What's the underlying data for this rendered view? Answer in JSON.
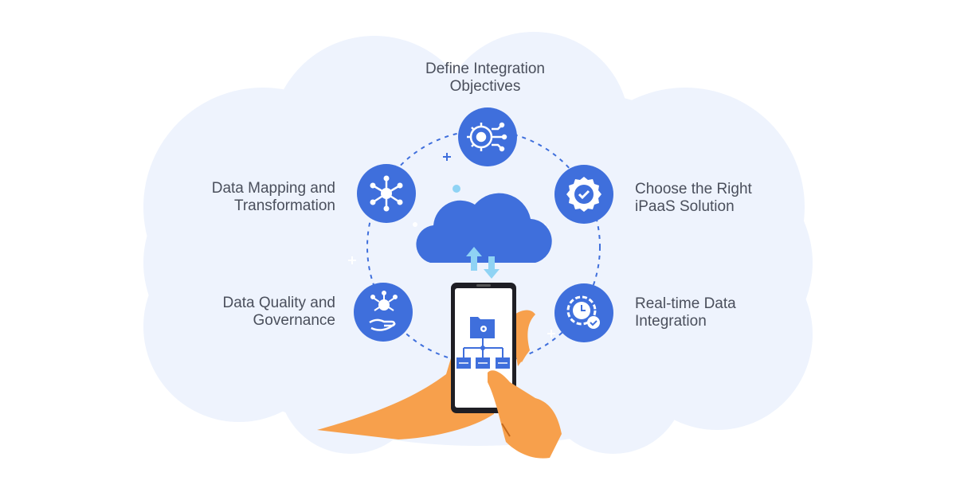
{
  "diagram": {
    "steps": [
      {
        "id": "define",
        "label": "Define Integration\nObjectives",
        "icon": "gear-circuit-icon"
      },
      {
        "id": "choose",
        "label": "Choose the Right\niPaaS Solution",
        "icon": "badge-check-icon"
      },
      {
        "id": "realtime",
        "label": "Real-time Data\nIntegration",
        "icon": "clock-gear-icon"
      },
      {
        "id": "quality",
        "label": "Data Quality and\nGovernance",
        "icon": "hand-network-icon"
      },
      {
        "id": "mapping",
        "label": "Data Mapping and\nTransformation",
        "icon": "network-node-icon"
      }
    ],
    "center": {
      "icon": "cloud-sync-icon",
      "device": "smartphone-hierarchy-icon"
    }
  },
  "colors": {
    "accent": "#3f6fdc",
    "cloud_bg": "#eef3fd",
    "text": "#4a4f5c",
    "hand": "#f7a04c",
    "light_arrow": "#8fd3f4"
  }
}
